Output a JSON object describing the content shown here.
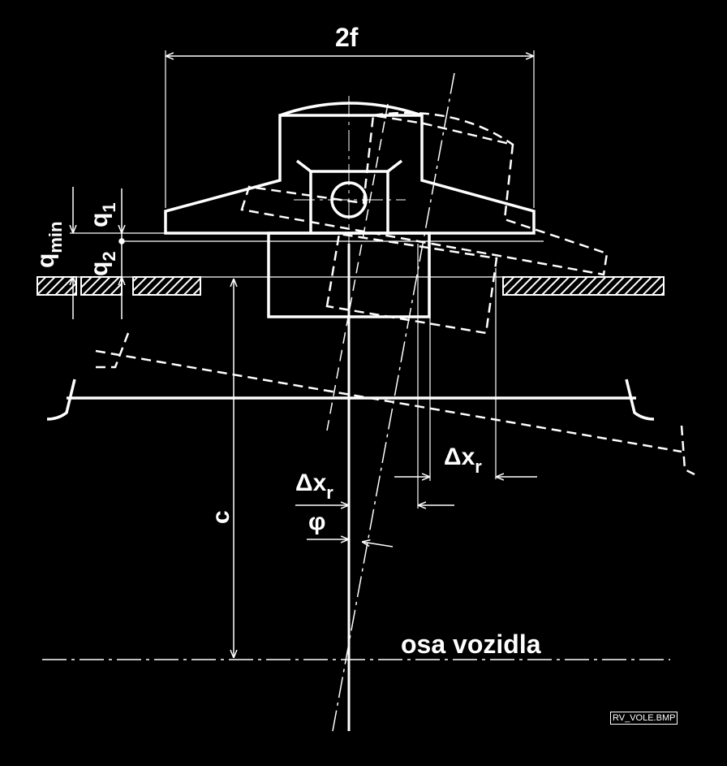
{
  "labels": {
    "half_width": "2f",
    "q_min": "q",
    "q_min_sub": "min",
    "q1": "q",
    "q1_sub": "1",
    "q2": "q",
    "q2_sub": "2",
    "c": "c",
    "dx_right": "Δx",
    "dx_right_sub": "r",
    "dx_center": "Δx",
    "dx_center_sub": "r",
    "phi": "φ",
    "axis": "osa vozidla"
  },
  "filename": "RV_VOLE.BMP"
}
